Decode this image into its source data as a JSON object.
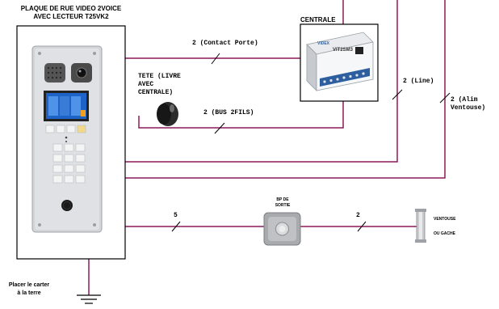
{
  "title": {
    "line1": "PLAQUE DE RUE VIDEO 2VOICE",
    "line2": "AVEC LECTEUR T25VK2"
  },
  "centrale": {
    "title": "CENTRALE",
    "brand": "VIDEX",
    "model": "VIT2SM3"
  },
  "tete": {
    "label_line1": "TETE (LIVRE",
    "label_line2": "AVEC",
    "label_line3": "CENTRALE)"
  },
  "bp": {
    "label_line1": "BP DE",
    "label_line2": "SORTIE"
  },
  "ventouse": {
    "label_line1": "VENTOUSE",
    "label_line2": "OU GACHE"
  },
  "ground": {
    "line1": "Placer le carter",
    "line2": "à la terre"
  },
  "wires": {
    "contact_porte": "2 (Contact Porte)",
    "bus": "2 (BUS 2FILS)",
    "line": "2 (Line)",
    "alim_line1": "2 (Alim",
    "alim_line2": "Ventouse)",
    "to_bp": "5",
    "to_ventouse": "2"
  },
  "colors": {
    "wire": "#8b1a5a",
    "frame": "#000000",
    "panel": "#d3d5d8",
    "screen": "#1e63c8",
    "key": "#f4f4f4",
    "accent_key": "#f2d98a"
  },
  "icons": {
    "screen": "lcd-screen-icon",
    "camera": "camera-icon",
    "speaker": "speaker-grille-icon",
    "keypad": "keypad-icon",
    "reader": "badge-reader-icon",
    "ground": "ground-symbol-icon"
  }
}
